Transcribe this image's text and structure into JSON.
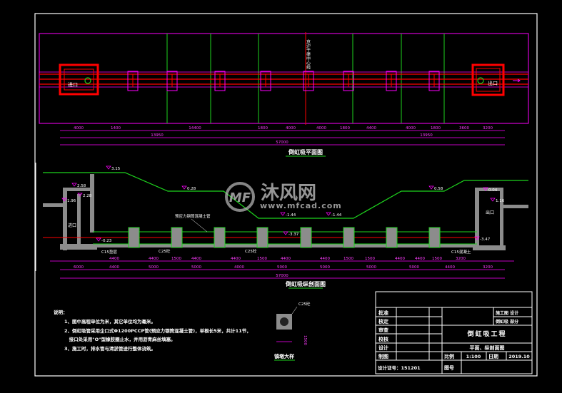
{
  "colors": {
    "background": "#000000",
    "frame": "#ffffff",
    "dimension": "#ff00ff",
    "ground": "#1ed21e",
    "pipe": "#ff0000",
    "concrete": "#8c8c8c"
  },
  "plan": {
    "title": "倒虹吸平面图",
    "centerline_label": "京沪干渠中心线",
    "left_well_label": "进口",
    "right_well_label": "出口",
    "dims_row1": [
      "4000",
      "1400",
      "14400",
      "1800",
      "4000",
      "4000",
      "1800",
      "4400",
      "4000",
      "1800",
      "3600",
      "3200"
    ],
    "dims_row2": [
      "13950",
      "13950"
    ],
    "dims_row3": [
      "57000"
    ]
  },
  "section": {
    "title": "倒虹吸纵剖面图",
    "pipe_label": "预应力钢筒混凝土管",
    "left_well_label": "进口",
    "right_well_label": "出口",
    "left_pad_label": "C15垫层",
    "right_pad_label": "C15混凝土",
    "collar_label": "C25砼",
    "elevations": [
      "3.15",
      "2.58",
      "2.28",
      "1.96",
      "0.28",
      "-0.23",
      "-1.44",
      "-1.44",
      "-3.37",
      "0.58",
      "0.04",
      "1.16",
      "-3.47"
    ],
    "dims_row1": [
      "4400",
      "4400",
      "1500",
      "4400",
      "4400",
      "1500",
      "4400",
      "4400",
      "1500",
      "1500",
      "4400",
      "4400",
      "1500",
      "3200"
    ],
    "dims_row2": [
      "6000",
      "4400",
      "5000",
      "5000",
      "4000",
      "5000",
      "5000",
      "5000",
      "5000",
      "4400",
      "3200"
    ],
    "dims_row3": [
      "57000"
    ]
  },
  "detail": {
    "title": "镇墩大样",
    "label": "C25砼",
    "dim": "1500"
  },
  "notes": {
    "heading": "说明：",
    "items": [
      "1、图中高程单位为米，其它单位均为毫米。",
      "2、倒虹吸管采用企口式Φ1200PCCP管(预应力钢筒混凝土管)，单根长5米，共计11节，",
      "   接口处采用\"O\"型橡胶圈止水，并用沥青麻丝填塞。",
      "3、施工时，排水管与清淤管进行整体浇筑。"
    ]
  },
  "title_block": {
    "roles": [
      "批准",
      "核定",
      "审查",
      "校核",
      "设计",
      "制图"
    ],
    "cert": "设计证号：151201",
    "stage": "施工图  设计",
    "part": "倒虹吸  部分",
    "project": "倒虹吸工程",
    "drawing": "平面、纵剖面图",
    "scale_label": "比例",
    "scale": "1:100",
    "date_label": "日期",
    "date": "2019.10",
    "number_label": "图号"
  },
  "watermark": {
    "brand": "沐风网",
    "url": "www.mfcad.com",
    "logo": "MF"
  }
}
